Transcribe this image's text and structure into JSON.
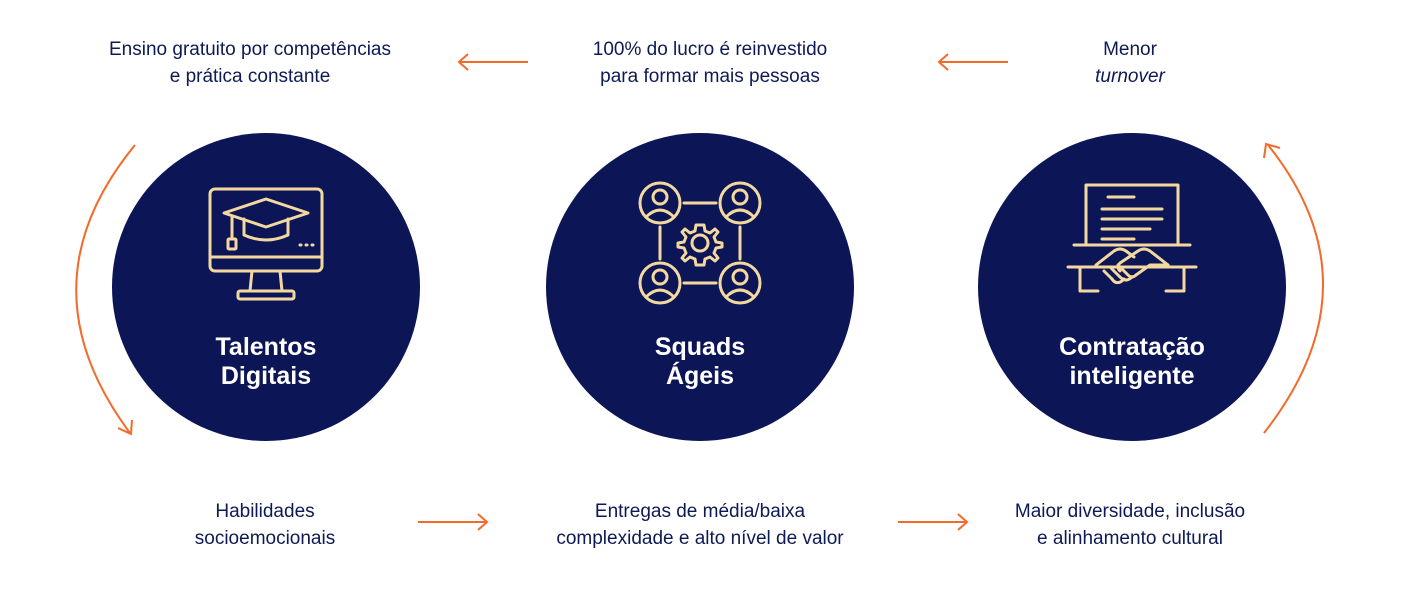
{
  "top_captions": {
    "left": {
      "line1": "Ensino gratuito por competências",
      "line2": "e prática constante"
    },
    "center": {
      "line1": "100% do lucro é reinvestido",
      "line2": "para formar mais pessoas"
    },
    "right": {
      "line1": "Menor",
      "line2": "turnover"
    }
  },
  "bottom_captions": {
    "left": {
      "line1": "Habilidades",
      "line2": "socioemocionais"
    },
    "center": {
      "line1": "Entregas de média/baixa",
      "line2": "complexidade e alto nível de valor"
    },
    "right": {
      "line1": "Maior diversidade, inclusão",
      "line2": "e alinhamento cultural"
    }
  },
  "circles": [
    {
      "icon": "graduation-monitor-icon",
      "line1": "Talentos",
      "line2": "Digitais"
    },
    {
      "icon": "team-gear-icon",
      "line1": "Squads",
      "line2": "Ágeis"
    },
    {
      "icon": "contract-handshake-icon",
      "line1": "Contratação",
      "line2": "inteligente"
    }
  ],
  "colors": {
    "circle_fill": "#0c1657",
    "icon_stroke": "#f3d9a0",
    "arrow": "#f26b2a",
    "text": "#0e1a55"
  }
}
